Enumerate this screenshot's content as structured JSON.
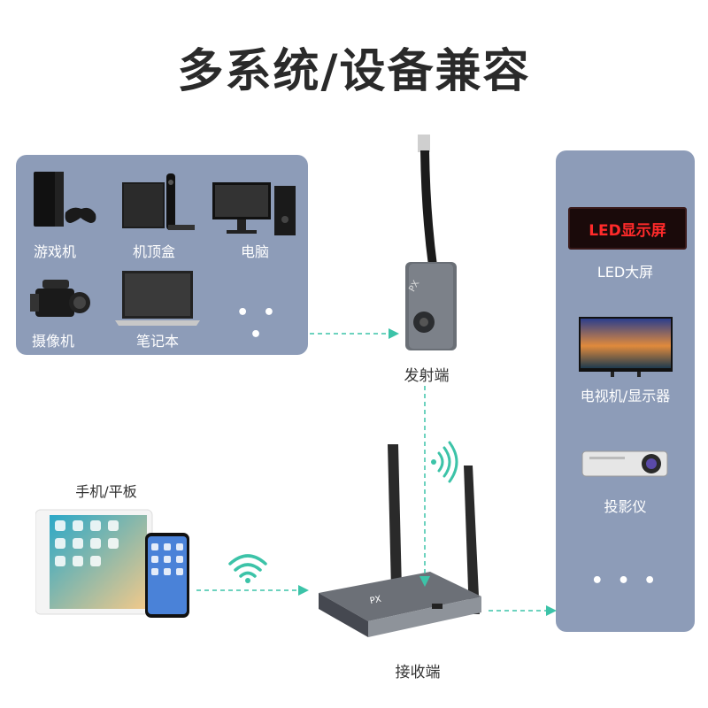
{
  "title": "多系统/设备兼容",
  "left_panel": {
    "items": [
      {
        "label": "游戏机"
      },
      {
        "label": "机顶盒"
      },
      {
        "label": "电脑"
      },
      {
        "label": "摄像机"
      },
      {
        "label": "笔记本"
      }
    ],
    "more": "• • •"
  },
  "transmitter": {
    "label": "发射端",
    "logo": "PX"
  },
  "receiver": {
    "label": "接收端",
    "logo": "PX"
  },
  "phone_tablet": {
    "label": "手机/平板"
  },
  "right_panel": {
    "led_text": "LED显示屏",
    "items": [
      {
        "label": "LED大屏"
      },
      {
        "label": "电视机/显示器"
      },
      {
        "label": "投影仪"
      }
    ],
    "more": "• • •"
  },
  "colors": {
    "panel": "#8d9cb8",
    "arrow": "#3cc3a8",
    "title": "#2a2a2a"
  }
}
